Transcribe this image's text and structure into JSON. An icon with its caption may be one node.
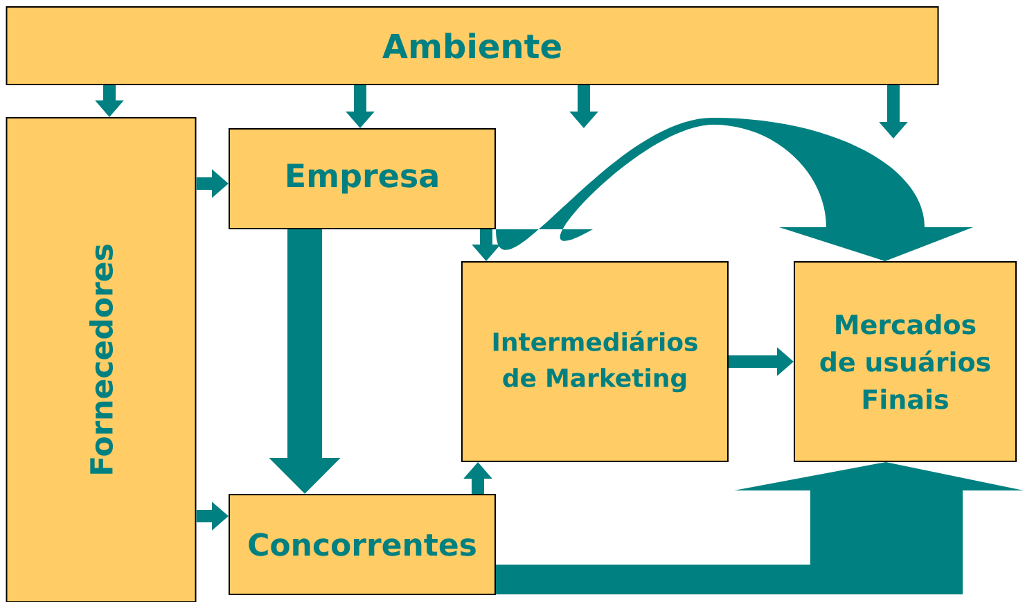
{
  "diagram": {
    "nodes": [
      {
        "text": [
          "Ambiente"
        ]
      },
      {
        "text": [
          "Fornecedores"
        ]
      },
      {
        "text": [
          "Empresa"
        ]
      },
      {
        "text": [
          "Intermediários de Marketing"
        ]
      },
      {
        "text": [
          "Mercados de usuários Finais"
        ]
      },
      {
        "text": [
          "Concorrentes"
        ]
      }
    ],
    "edges": [
      {
        "from": 0,
        "to": 1,
        "arrow": "to"
      },
      {
        "from": 0,
        "to": 2,
        "arrow": "to"
      },
      {
        "from": 0,
        "to": null,
        "arrow": "to"
      },
      {
        "from": 0,
        "to": null,
        "arrow": "to"
      },
      {
        "from": 1,
        "to": 2,
        "arrow": "to"
      },
      {
        "from": 1,
        "to": 5,
        "arrow": "to"
      },
      {
        "from": 2,
        "to": 3,
        "arrow": "to"
      },
      {
        "from": 5,
        "to": 3,
        "arrow": "to"
      },
      {
        "from": 3,
        "to": 4,
        "arrow": "to"
      },
      {
        "from": 2,
        "to": 5,
        "arrow": "to",
        "style": "thick"
      },
      {
        "from": 2,
        "to": 4,
        "arrow": "to",
        "style": "thick"
      },
      {
        "from": 5,
        "to": 4,
        "arrow": "to",
        "style": "thick"
      }
    ]
  }
}
